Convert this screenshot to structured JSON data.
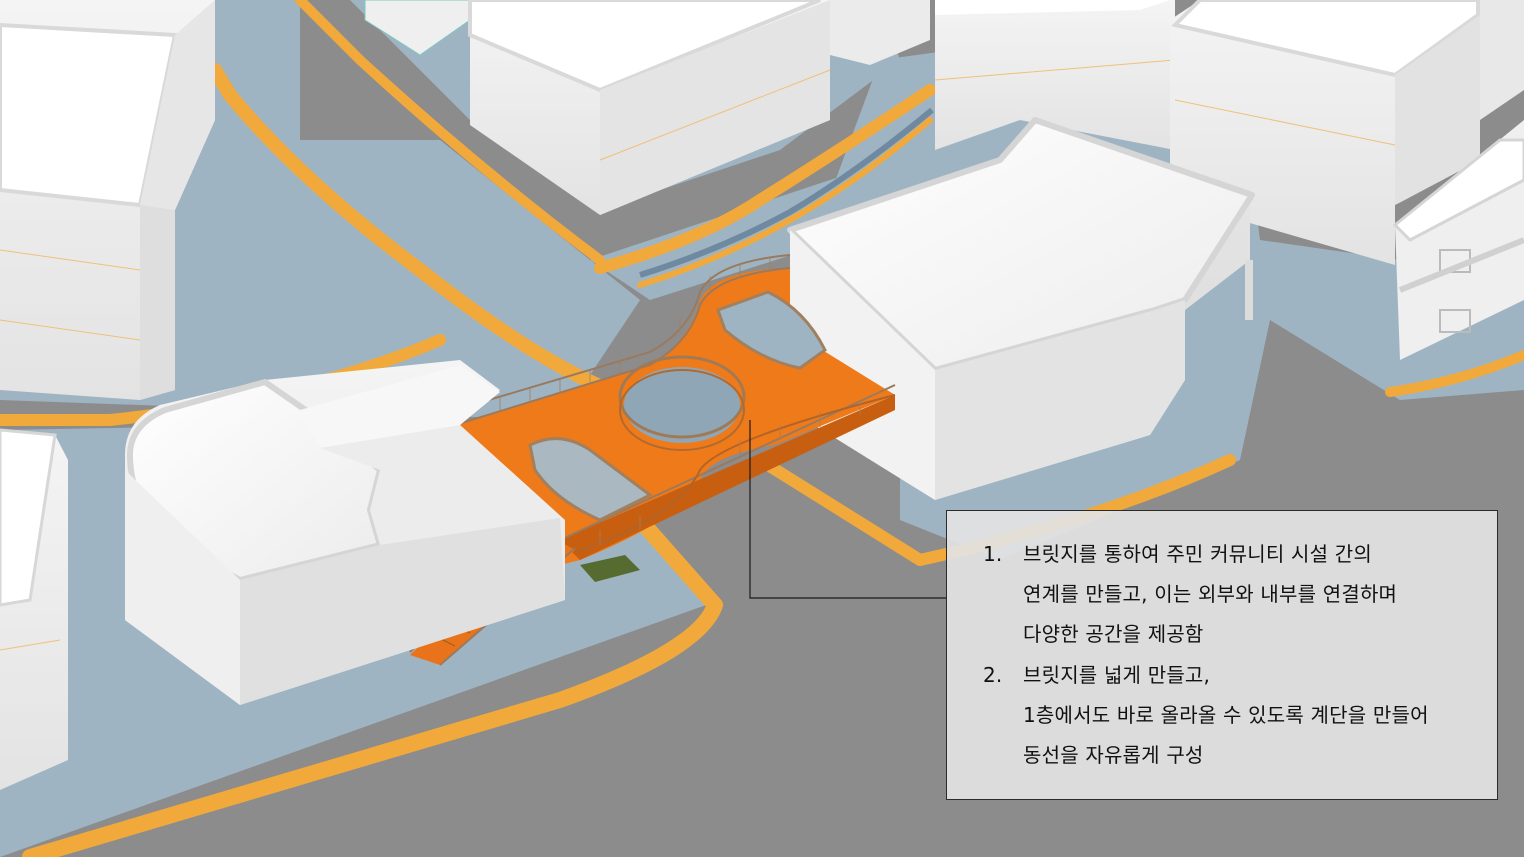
{
  "diagram": {
    "colors": {
      "ground": "#8c8c8c",
      "water": "#9fb4c2",
      "path": "#f2a93b",
      "building": "#f1f1f1",
      "building_shade": "#dedede",
      "bridge": "#ef7a1a",
      "rail": "#b46a2a"
    },
    "notes": [
      {
        "num": "1.",
        "text": "브릿지를 통하여 주민 커뮤니티 시설 간의"
      },
      {
        "num": "",
        "text": "연계를 만들고, 이는 외부와 내부를 연결하며"
      },
      {
        "num": "",
        "text": "다양한 공간을 제공함"
      },
      {
        "num": "2.",
        "text": "브릿지를 넓게 만들고,"
      },
      {
        "num": "",
        "text": "1층에서도 바로 올라올 수 있도록 계단을 만들어"
      },
      {
        "num": "",
        "text": "동선을 자유롭게 구성"
      }
    ]
  }
}
